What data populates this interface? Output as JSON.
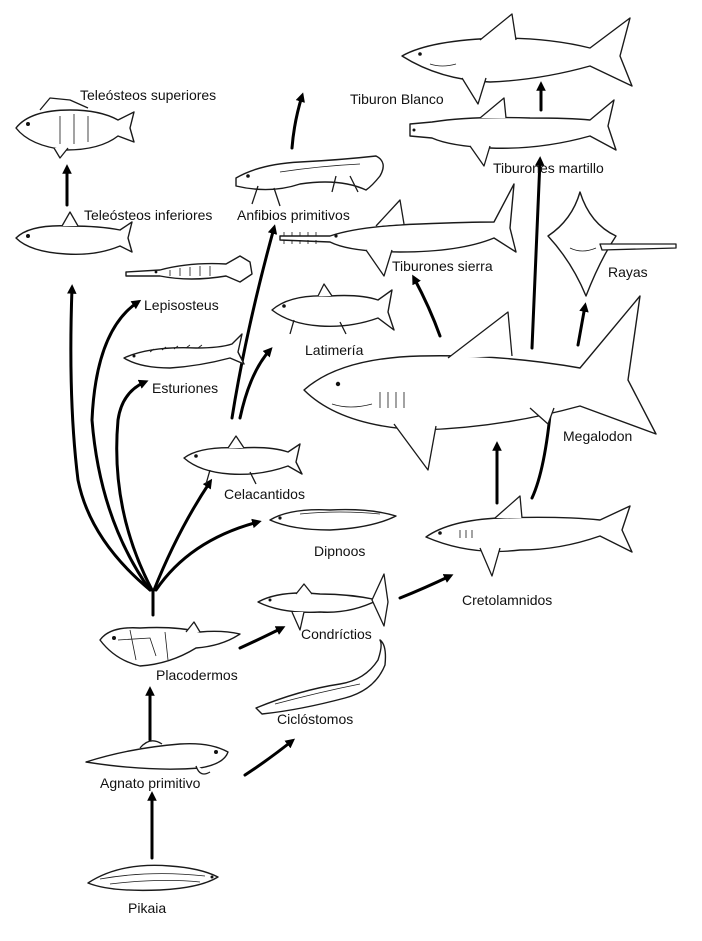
{
  "labels": {
    "teleosteos_superiores": "Teleósteos superiores",
    "teleosteos_inferiores": "Teleósteos inferiores",
    "lepisosteus": "Lepisosteus",
    "esturiones": "Esturiones",
    "celacantidos": "Celacantidos",
    "dipnoos": "Dipnoos",
    "anfibios_primitivos": "Anfibios primitivos",
    "latimeria": "Latimería",
    "tiburon_blanco": "Tiburon Blanco",
    "tiburones_martillo": "Tiburones martillo",
    "tiburones_sierra": "Tiburones sierra",
    "rayas": "Rayas",
    "megalodon": "Megalodon",
    "cretolamnidos": "Cretolamnidos",
    "condrictios": "Condrícti­os",
    "placodermos": "Placodermos",
    "ciclostomos": "Ciclóstomos",
    "agnato_primitivo": "Agnato primitivo",
    "pikaia": "Pikaia"
  }
}
